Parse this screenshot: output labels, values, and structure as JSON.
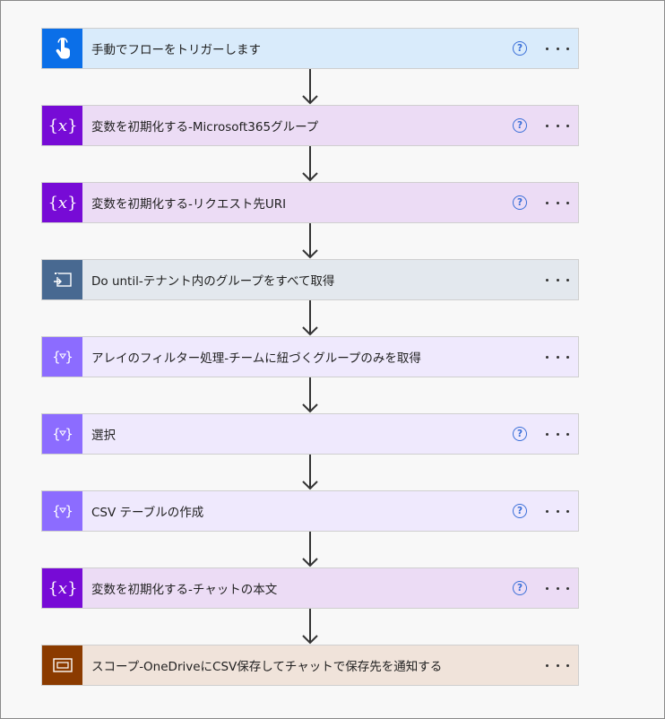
{
  "steps": [
    {
      "title": "手動でフローをトリガーします",
      "kind": "trigger",
      "icon": "touch-hand-icon",
      "help": true
    },
    {
      "title": "変数を初期化する-Microsoft365グループ",
      "kind": "variable",
      "icon": "variable-icon",
      "help": true
    },
    {
      "title": "変数を初期化する-リクエスト先URI",
      "kind": "variable",
      "icon": "variable-icon",
      "help": true
    },
    {
      "title": "Do until-テナント内のグループをすべて取得",
      "kind": "control",
      "icon": "loop-icon",
      "help": false
    },
    {
      "title": "アレイのフィルター処理-チームに紐づくグループのみを取得",
      "kind": "data",
      "icon": "filter-icon",
      "help": false
    },
    {
      "title": "選択",
      "kind": "data",
      "icon": "filter-icon",
      "help": true
    },
    {
      "title": "CSV テーブルの作成",
      "kind": "data",
      "icon": "filter-icon",
      "help": true
    },
    {
      "title": "変数を初期化する-チャットの本文",
      "kind": "variable",
      "icon": "variable-icon",
      "help": true
    },
    {
      "title": "スコープ-OneDriveにCSV保存してチャットで保存先を通知する",
      "kind": "scope",
      "icon": "scope-icon",
      "help": false
    }
  ],
  "help_glyph": "?",
  "colors": {
    "trigger": "#0b6fe8",
    "variable": "#770bd6",
    "control": "#486991",
    "data": "#8c6cff",
    "scope": "#8b3b00"
  }
}
